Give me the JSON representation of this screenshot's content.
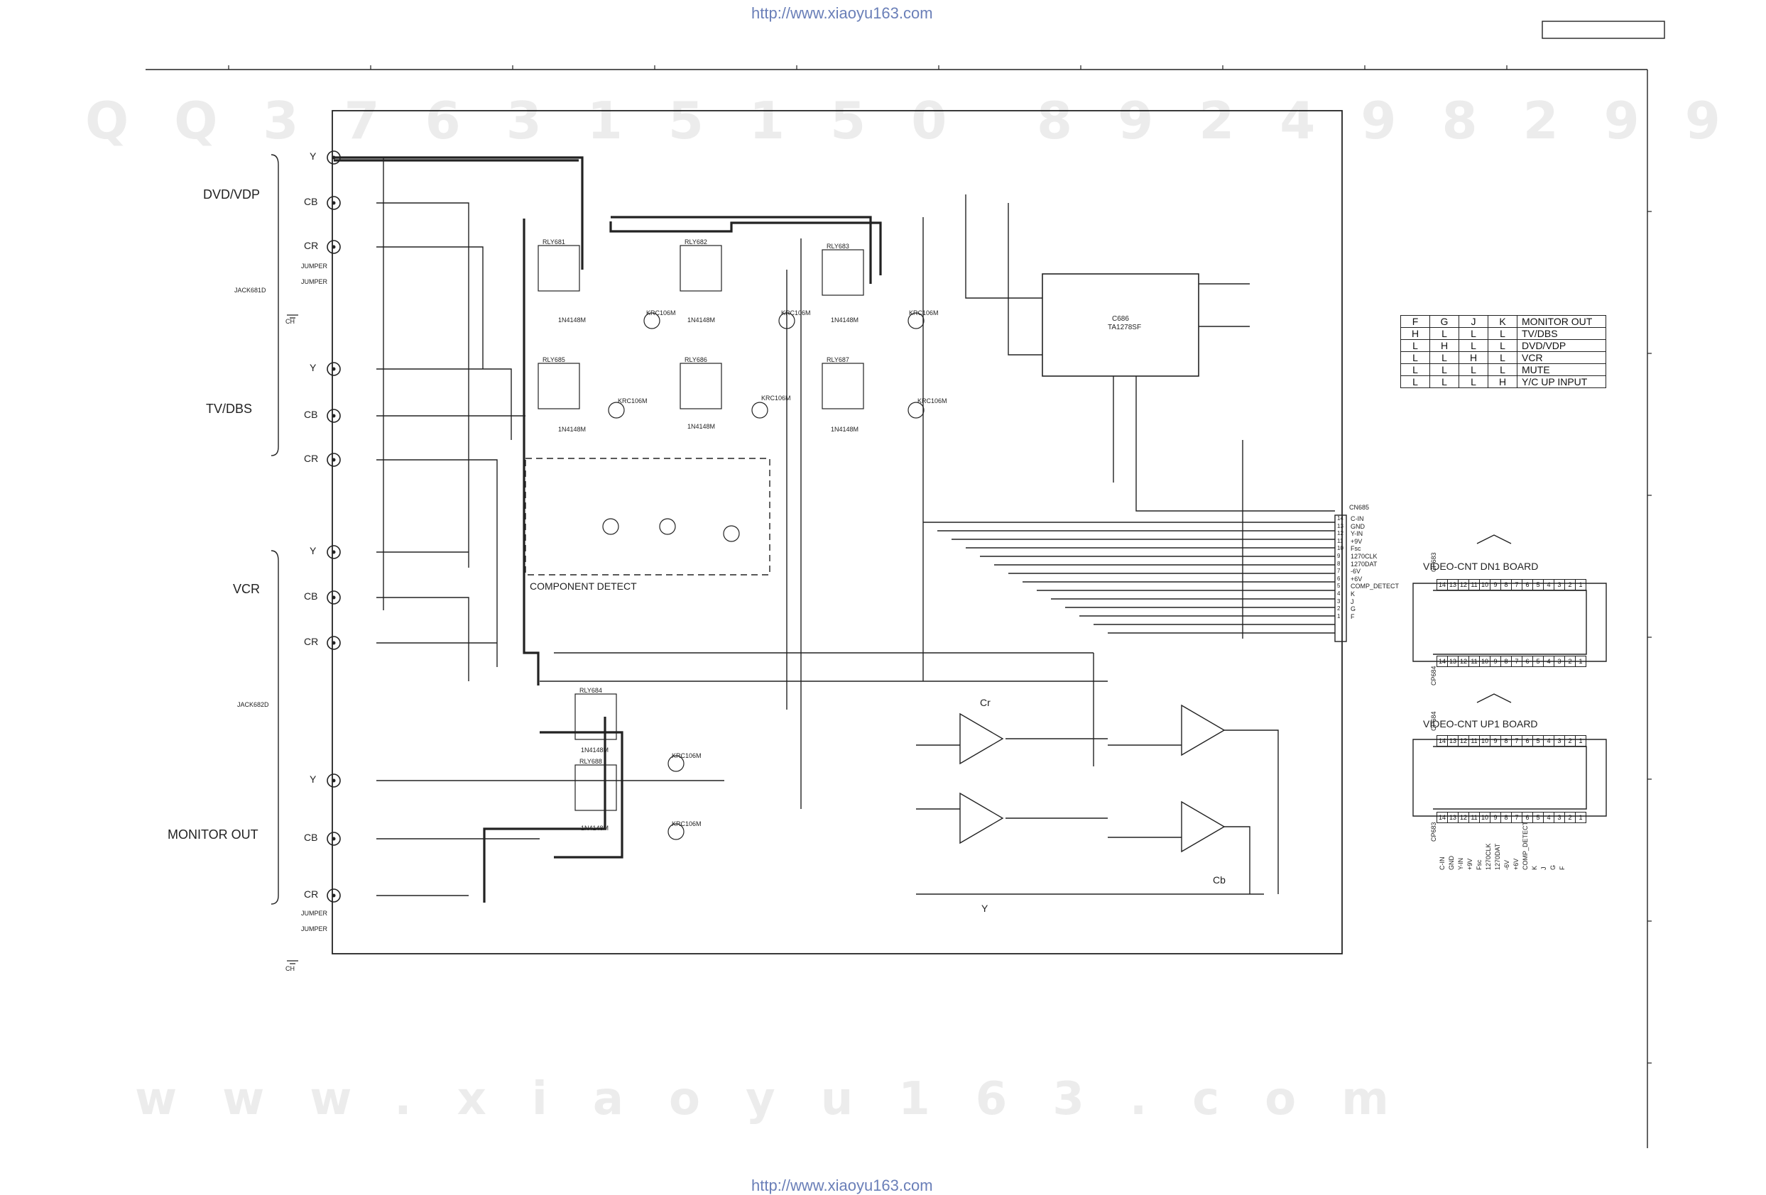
{
  "header": {
    "url_top": "http://www.xiaoyu163.com",
    "url_bottom": "http://www.xiaoyu163.com"
  },
  "watermarks": {
    "qq_left": "QQ376315150",
    "qq_right": "892498299",
    "site": "www.xiaoyu163.com"
  },
  "inputs": {
    "dvd": "DVD/VDP",
    "tv": "TV/DBS",
    "vcr": "VCR",
    "monitor": "MONITOR OUT",
    "y": "Y",
    "cb": "CB",
    "cr": "CR",
    "jack_top": "JACK681D",
    "jack_mid": "JACK682D",
    "jumper": "JUMPER",
    "gnd": "CH"
  },
  "blocks": {
    "component_detect": "COMPONENT DETECT",
    "ic_name": "C686",
    "ic_part": "TA1278SF",
    "cr_label": "Cr",
    "y_label": "Y",
    "cb_label": "Cb"
  },
  "relays": [
    "RLY681",
    "RLY682",
    "RLY683",
    "RLY685",
    "RLY686",
    "RLY687",
    "RLY684",
    "RLY688"
  ],
  "transistor_label": "KRC106M",
  "diode_label": "1N4148M",
  "truth_table": {
    "headers": [
      "F",
      "G",
      "J",
      "K",
      "MONITOR OUT"
    ],
    "rows": [
      [
        "H",
        "L",
        "L",
        "L",
        "TV/DBS"
      ],
      [
        "L",
        "H",
        "L",
        "L",
        "DVD/VDP"
      ],
      [
        "L",
        "L",
        "H",
        "L",
        "VCR"
      ],
      [
        "L",
        "L",
        "L",
        "L",
        "MUTE"
      ],
      [
        "L",
        "L",
        "L",
        "H",
        "Y/C UP INPUT"
      ]
    ]
  },
  "connector": {
    "name": "CN685",
    "signals": [
      "C-IN",
      "GND",
      "Y-IN",
      "+9V",
      "Fsc",
      "1270CLK",
      "1270DAT",
      "-6V",
      "+6V",
      "COMP_DETECT",
      "K",
      "J",
      "G",
      "F"
    ],
    "pins": [
      "14",
      "13",
      "12",
      "11",
      "10",
      "9",
      "8",
      "7",
      "6",
      "5",
      "4",
      "3",
      "2",
      "1"
    ]
  },
  "boards": {
    "dn1": "VIDEO-CNT DN1 BOARD",
    "up1": "VIDEO-CNT UP1 BOARD",
    "cp_dn1_top": "CP683",
    "cp_dn1_bot": "CP684",
    "cp_up1_top": "CP684",
    "cp_up1_bot": "CP683",
    "pins": [
      "14",
      "13",
      "12",
      "11",
      "10",
      "9",
      "8",
      "7",
      "6",
      "5",
      "4",
      "3",
      "2",
      "1"
    ],
    "bottom_signals": [
      "C-IN",
      "GND",
      "Y-IN",
      "+9V",
      "Fsc",
      "1270CLK",
      "1270DAT",
      "-6V",
      "+6V",
      "COMP_DETECT",
      "K",
      "J",
      "G",
      "F"
    ]
  }
}
